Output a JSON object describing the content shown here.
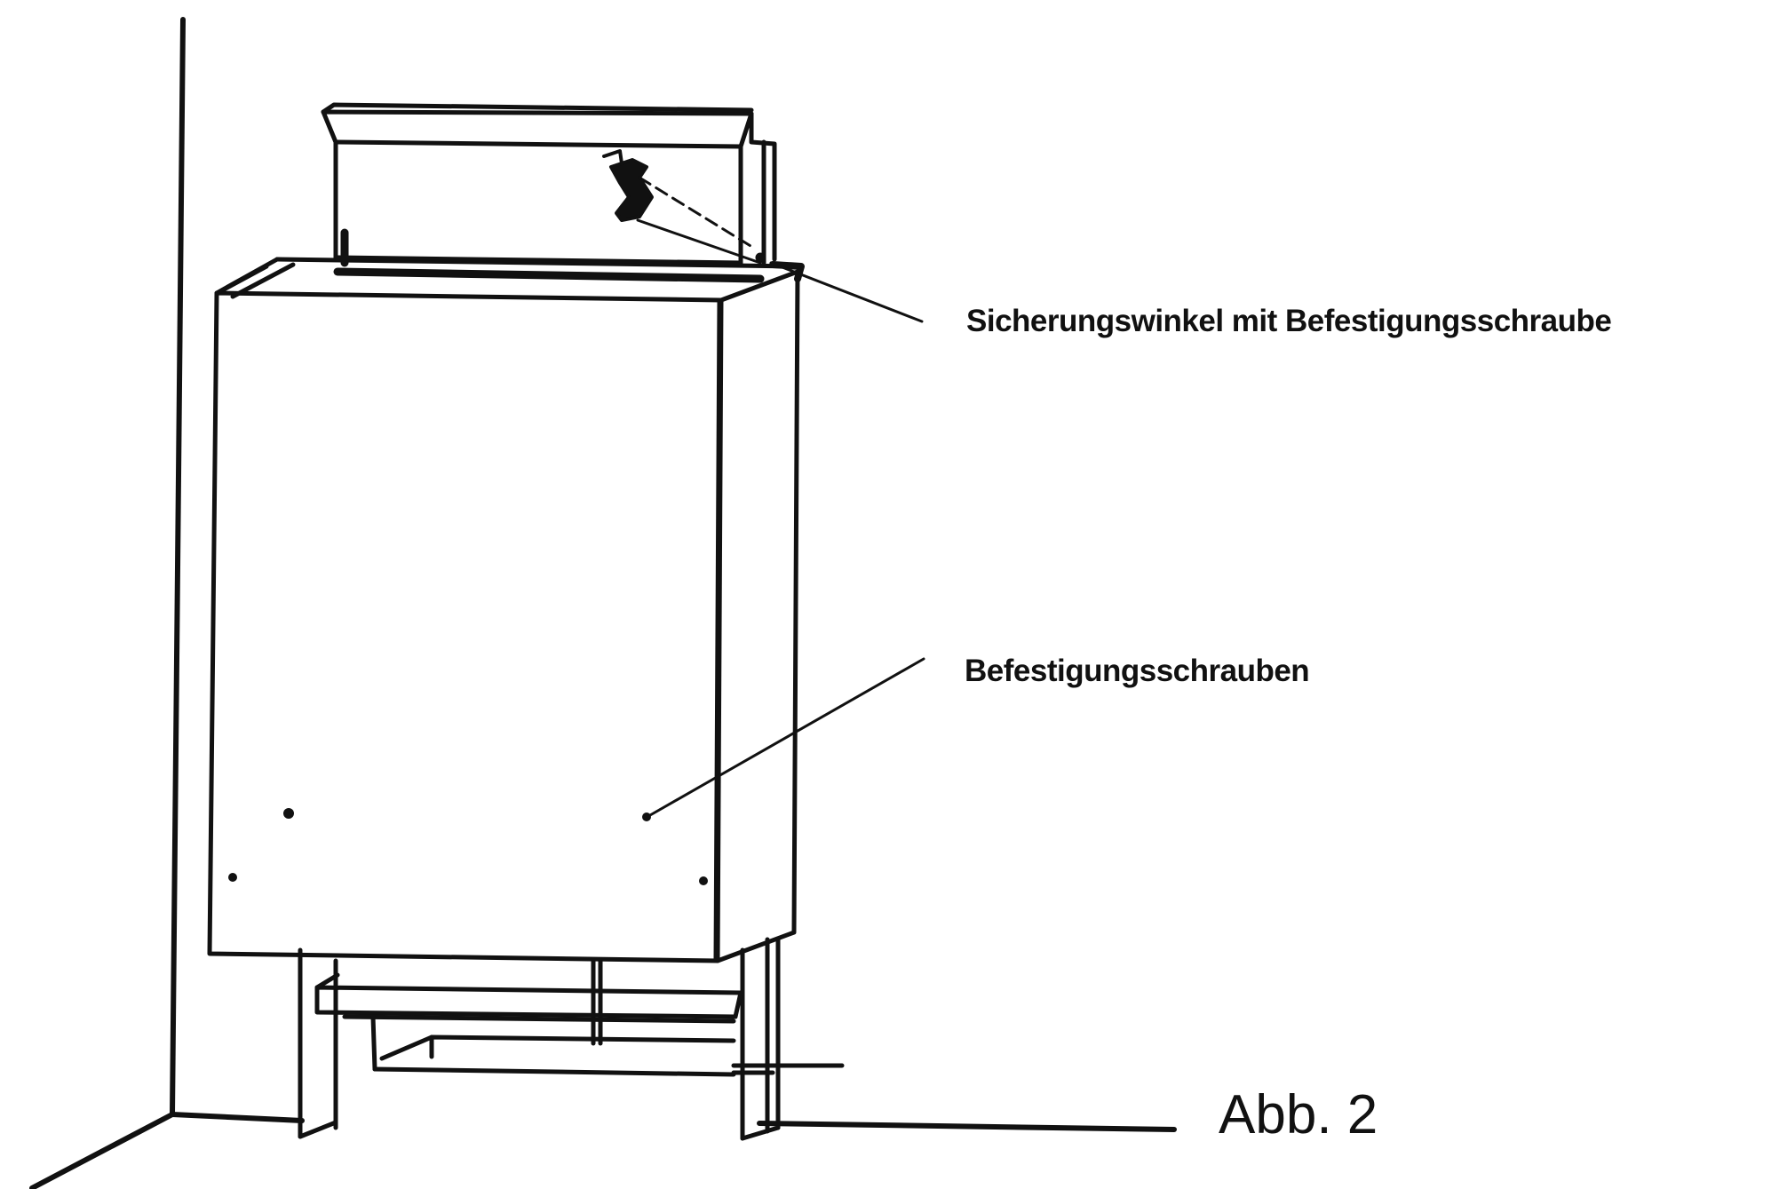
{
  "figure": {
    "labels": {
      "mounting_bracket": "Sicherungswinkel mit Befestigungsschraube",
      "fixing_screws": "Befestigungsschrauben"
    },
    "caption": "Abb. 2",
    "colors": {
      "ink": "#111111",
      "paper": "#ffffff"
    }
  }
}
